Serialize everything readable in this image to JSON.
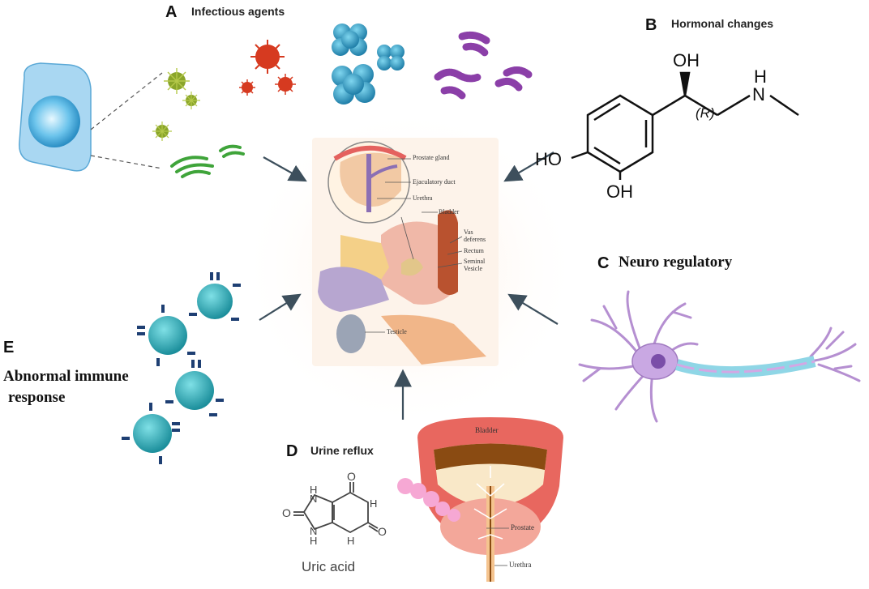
{
  "panels": {
    "a": {
      "letter": "A",
      "title": "Infectious agents"
    },
    "b": {
      "letter": "B",
      "title": "Hormonal changes"
    },
    "c": {
      "letter": "C",
      "title": "Neuro regulatory"
    },
    "d": {
      "letter": "D",
      "title": "Urine reflux"
    },
    "e": {
      "letter": "E",
      "title_line1": "Abnormal immune",
      "title_line2": "response"
    }
  },
  "center_anatomy": {
    "prostate_gland": "Prostate gland",
    "ejaculatory_duct": "Ejaculatory duct",
    "urethra": "Urethra",
    "bladder": "Bladder",
    "vas": "Vas",
    "deferens": "deferens",
    "rectum": "Rectum",
    "seminal": "Seminal",
    "vesicle": "Vesicle",
    "testicle": "Testicle"
  },
  "epinephrine": {
    "oh_top": "OH",
    "r_label": "(R)",
    "h": "H",
    "n": "N",
    "ho": "HO",
    "oh_bottom": "OH"
  },
  "uric_acid": {
    "caption": "Uric acid",
    "o1": "O",
    "o2": "O",
    "o3": "O",
    "n1": "N",
    "n2": "N",
    "nh1": "H",
    "nh2": "H",
    "h1": "H",
    "h2": "H"
  },
  "prostate_reflux": {
    "bladder": "Bladder",
    "prostate": "Prostate",
    "urethra": "Urethra"
  },
  "colors": {
    "arrow": "#3d4f5c",
    "cell_blue": "#8fc6e8",
    "immune_teal": "#2aa9b8",
    "neuron_purple": "#b58fd1",
    "bladder_red": "#e8675f"
  }
}
